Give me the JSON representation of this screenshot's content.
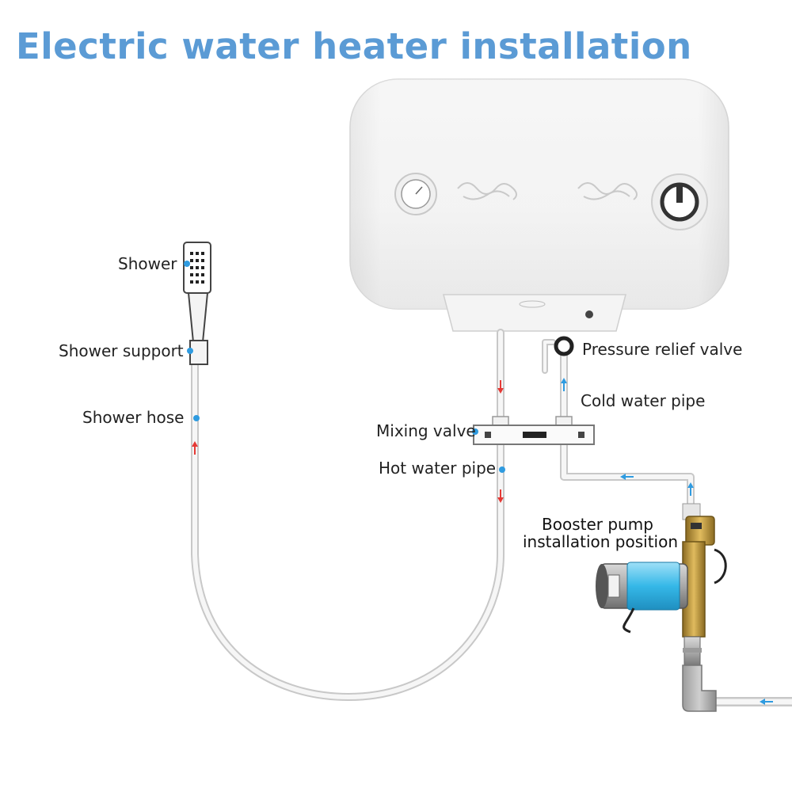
{
  "title": "Electric water heater installation",
  "labels": {
    "shower": "Shower",
    "shower_support": "Shower support",
    "shower_hose": "Shower hose",
    "pressure_relief_valve": "Pressure relief valve",
    "cold_water_pipe": "Cold water pipe",
    "mixing_valve": "Mixing valve",
    "hot_water_pipe": "Hot water pipe",
    "booster_pump_line1": "Booster pump",
    "booster_pump_line2": "installation position"
  },
  "colors": {
    "title": "#5b9bd5",
    "marker_dot": "#2f9be0",
    "hot_flow_arrow": "#e53935",
    "cold_flow_arrow": "#2f9be0",
    "pump_body": "#35b8e8",
    "brass": "#c9a24a"
  },
  "icons": [
    "shower-head-icon",
    "temperature-gauge-icon",
    "thermostat-knob-icon",
    "pump-motor-icon"
  ]
}
